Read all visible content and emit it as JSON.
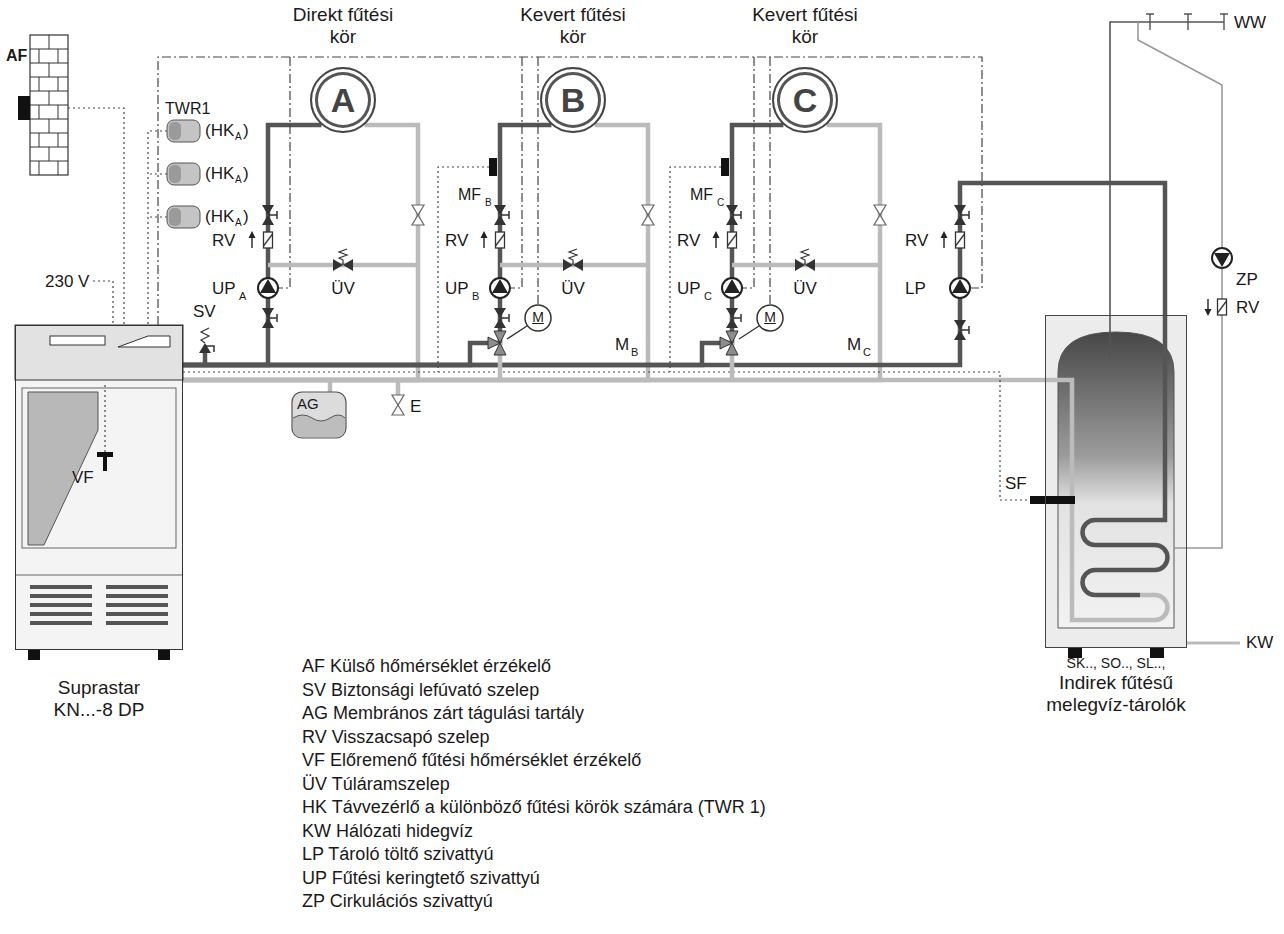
{
  "diagram": {
    "nodes": [
      {
        "text": [
          "A"
        ]
      },
      {
        "text": [
          "B"
        ]
      },
      {
        "text": [
          "C"
        ]
      },
      {
        "text": [
          "Suprastar KN...-8 DP"
        ]
      },
      {
        "text": [
          "SK.., SO.., SL..,",
          "Indirek fűtésű melegvíz-tárolók"
        ]
      }
    ],
    "edges": [
      {
        "from": 3,
        "to": 0,
        "arrow": "none"
      },
      {
        "from": 0,
        "to": 3,
        "arrow": "none"
      },
      {
        "from": 3,
        "to": 1,
        "arrow": "none"
      },
      {
        "from": 1,
        "to": 3,
        "arrow": "none"
      },
      {
        "from": 3,
        "to": 2,
        "arrow": "none"
      },
      {
        "from": 2,
        "to": 3,
        "arrow": "none"
      },
      {
        "from": 3,
        "to": 4,
        "arrow": "none"
      },
      {
        "from": 4,
        "to": 3,
        "arrow": "none"
      }
    ],
    "labels": [
      "Direkt fűtési kör",
      "Kevert fűtési kör",
      "Kevert fűtési kör",
      "WW",
      "AF",
      "TWR1",
      "(HK",
      "A",
      ")",
      "(HK",
      "A",
      ")",
      "(HK",
      "A",
      ")",
      "230 V",
      "RV",
      "UP",
      "A",
      "ÜV",
      "SV",
      "MF",
      "B",
      "RV",
      "UP",
      "B",
      "ÜV",
      "M",
      "M",
      "B",
      "MF",
      "C",
      "RV",
      "UP",
      "C",
      "ÜV",
      "M",
      "M",
      "C",
      "RV",
      "LP",
      "ZP",
      "RV",
      "VF",
      "AG",
      "E",
      "SF",
      "KW"
    ],
    "legend": [
      {
        "text": "AF Külső hőmérséklet érzékelő"
      },
      {
        "text": "SV Biztonsági lefúvató szelep"
      },
      {
        "text": "AG Membrános zárt tágulási tartály"
      },
      {
        "text": "RV Visszacsapó szelep"
      },
      {
        "text": "VF Előremenő fűtési hőmérséklet érzékelő"
      },
      {
        "text": "ÜV Túláramszelep"
      },
      {
        "text": "HK Távvezérlő a különböző fűtési körök számára (TWR 1)"
      },
      {
        "text": "KW Hálózati hidegvíz"
      },
      {
        "text": "LP Tároló töltő szivattyú"
      },
      {
        "text": "UP Fűtési keringtető szivattyú"
      },
      {
        "text": "ZP Cirkulációs szivattyú"
      }
    ]
  }
}
